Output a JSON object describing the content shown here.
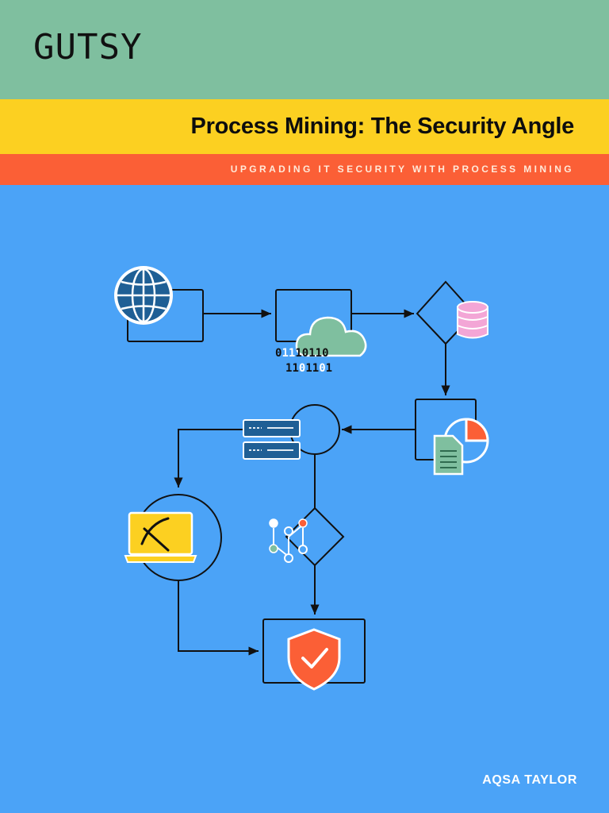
{
  "brand": {
    "logo_text": "GUTSY"
  },
  "header": {
    "title": "Process Mining: The Security Angle",
    "subtitle": "UPGRADING IT SECURITY WITH PROCESS MINING"
  },
  "footer": {
    "author": "AQSA TAYLOR"
  },
  "diagram": {
    "binary_line_1": [
      "0",
      "1",
      "1",
      "1",
      "0",
      "1",
      "1",
      "0"
    ],
    "binary_line_1_highlight": [
      false,
      true,
      true,
      false,
      false,
      false,
      false,
      false
    ],
    "binary_line_2": [
      "1",
      "1",
      "0",
      "1",
      "1",
      "0",
      "1"
    ],
    "binary_line_2_highlight": [
      false,
      false,
      true,
      false,
      false,
      true,
      false
    ],
    "icons": [
      "globe-icon",
      "cloud-icon",
      "database-icon",
      "document-icon",
      "pie-chart-icon",
      "server-icon",
      "workflow-icon",
      "laptop-pickaxe-icon",
      "shield-check-icon"
    ]
  },
  "colors": {
    "top_band": "#7fbf9f",
    "title_band": "#fcd021",
    "subtitle_band": "#fb5f36",
    "background": "#4ba3f7",
    "globe": "#1f5f95",
    "cloud": "#7fbf9f",
    "database": "#f3a6d6",
    "server": "#1f5f95",
    "laptop": "#fcd021",
    "shield": "#fb5f36"
  }
}
